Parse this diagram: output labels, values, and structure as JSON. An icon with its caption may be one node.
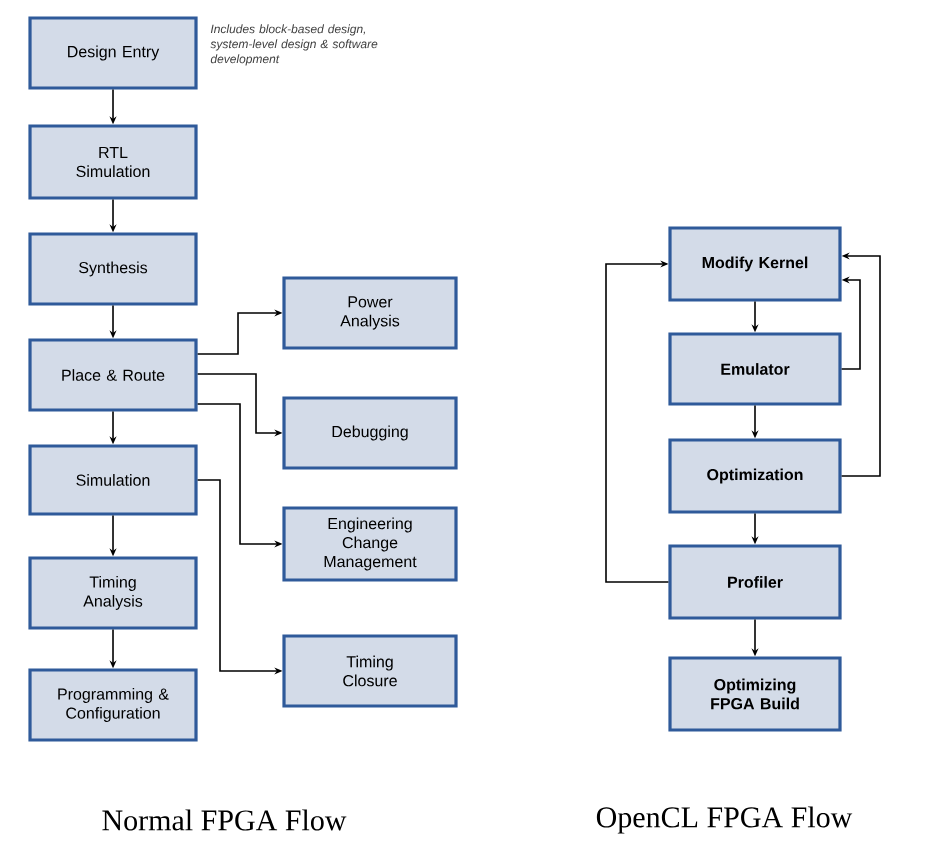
{
  "diagram": {
    "nodes": [
      {
        "text": [
          "Design Entry"
        ],
        "beside": [
          "Includes block-based design, system-level design & software development"
        ]
      },
      {
        "text": [
          "RTL Simulation"
        ]
      },
      {
        "text": [
          "Synthesis"
        ]
      },
      {
        "text": [
          "Place & Route"
        ]
      },
      {
        "text": [
          "Simulation"
        ]
      },
      {
        "text": [
          "Timing Analysis"
        ]
      },
      {
        "text": [
          "Programming & Configuration"
        ]
      },
      {
        "text": [
          "Power Analysis"
        ]
      },
      {
        "text": [
          "Debugging"
        ]
      },
      {
        "text": [
          "Engineering Change Management"
        ]
      },
      {
        "text": [
          "Timing Closure"
        ]
      },
      {
        "text": [
          "Modify Kernel"
        ]
      },
      {
        "text": [
          "Emulator"
        ]
      },
      {
        "text": [
          "Optimization"
        ]
      },
      {
        "text": [
          "Profiler"
        ]
      },
      {
        "text": [
          "Optimizing FPGA Build"
        ]
      }
    ],
    "edges": [
      {
        "from": 0,
        "to": 1,
        "arrow": "to"
      },
      {
        "from": 1,
        "to": 2,
        "arrow": "to"
      },
      {
        "from": 2,
        "to": 3,
        "arrow": "to"
      },
      {
        "from": 3,
        "to": 4,
        "arrow": "to"
      },
      {
        "from": 4,
        "to": 5,
        "arrow": "to"
      },
      {
        "from": 5,
        "to": 6,
        "arrow": "to"
      },
      {
        "from": 3,
        "to": 7,
        "arrow": "to"
      },
      {
        "from": 3,
        "to": 8,
        "arrow": "to"
      },
      {
        "from": 3,
        "to": 9,
        "arrow": "to"
      },
      {
        "from": 4,
        "to": 10,
        "arrow": "to"
      },
      {
        "from": 11,
        "to": 12,
        "arrow": "to"
      },
      {
        "from": 12,
        "to": 13,
        "arrow": "to"
      },
      {
        "from": 13,
        "to": 14,
        "arrow": "to"
      },
      {
        "from": 14,
        "to": 15,
        "arrow": "to"
      },
      {
        "from": 12,
        "to": 11,
        "arrow": "to"
      },
      {
        "from": 13,
        "to": 11,
        "arrow": "to"
      },
      {
        "from": 14,
        "to": 11,
        "arrow": "to"
      }
    ],
    "labels": [
      "Normal FPGA Flow",
      "OpenCL FPGA Flow"
    ]
  }
}
